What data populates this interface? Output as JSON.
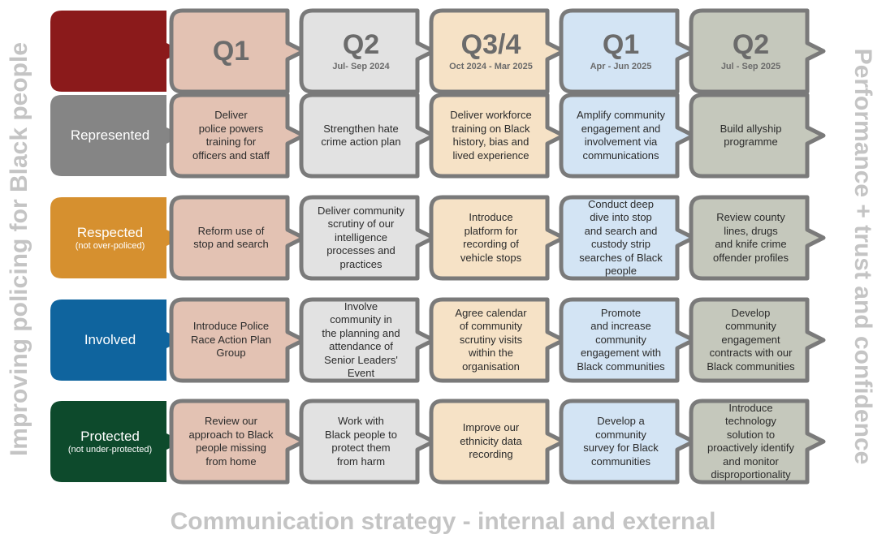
{
  "side_left": "Improving policing for Black people",
  "side_right": "Performance + trust and confidence",
  "bottom": "Communication strategy - internal and external",
  "columns": [
    {
      "title": "Q1",
      "subtitle": "",
      "fill": "#e3c2b3"
    },
    {
      "title": "Q2",
      "subtitle": "Jul- Sep 2024",
      "fill": "#e2e2e2"
    },
    {
      "title": "Q3/4",
      "subtitle": "Oct 2024 - Mar 2025",
      "fill": "#f6e2c6"
    },
    {
      "title": "Q1",
      "subtitle": "Apr - Jun 2025",
      "fill": "#d3e4f4"
    },
    {
      "title": "Q2",
      "subtitle": "Jul - Sep 2025",
      "fill": "#c5c8bc"
    }
  ],
  "corner": {
    "fill": "#8b1a1b"
  },
  "rows": [
    {
      "label": "Represented",
      "sub": "",
      "fill": "#858585",
      "cells": [
        "Deliver\npolice powers\ntraining for\nofficers and staff",
        "Strengthen hate\ncrime action plan",
        "Deliver workforce\ntraining on Black\nhistory, bias and\nlived experience",
        "Amplify community\nengagement and\ninvolvement via\ncommunications",
        "Build allyship\nprogramme"
      ]
    },
    {
      "label": "Respected",
      "sub": "(not over-policed)",
      "fill": "#d6902f",
      "cells": [
        "Reform use of\nstop and search",
        "Deliver community\nscrutiny of our\nintelligence\nprocesses and\npractices",
        "Introduce\nplatform for\nrecording of\nvehicle stops",
        "Conduct deep\ndive into stop\nand search and\ncustody strip\nsearches of Black\npeople",
        "Review county\nlines, drugs\nand knife crime\noffender profiles"
      ]
    },
    {
      "label": "Involved",
      "sub": "",
      "fill": "#0f649e",
      "cells": [
        "Introduce Police\nRace Action Plan\nGroup",
        "Involve\ncommunity in\nthe planning and\nattendance of\nSenior Leaders'\nEvent",
        "Agree calendar\nof community\nscrutiny visits\nwithin the\norganisation",
        "Promote\nand increase\ncommunity\nengagement with\nBlack communities",
        "Develop\ncommunity\nengagement\ncontracts with our\nBlack communities"
      ]
    },
    {
      "label": "Protected",
      "sub": "(not under-protected)",
      "fill": "#0d4a2c",
      "cells": [
        "Review our\napproach to Black\npeople missing\nfrom home",
        "Work with\nBlack people to\nprotect them\nfrom harm",
        "Improve our\nethnicity data\nrecording",
        "Develop a\ncommunity\nsurvey for Black\ncommunities",
        "Introduce\ntechnology\nsolution to\nproactively identify\nand monitor\ndisproportionality"
      ]
    }
  ]
}
